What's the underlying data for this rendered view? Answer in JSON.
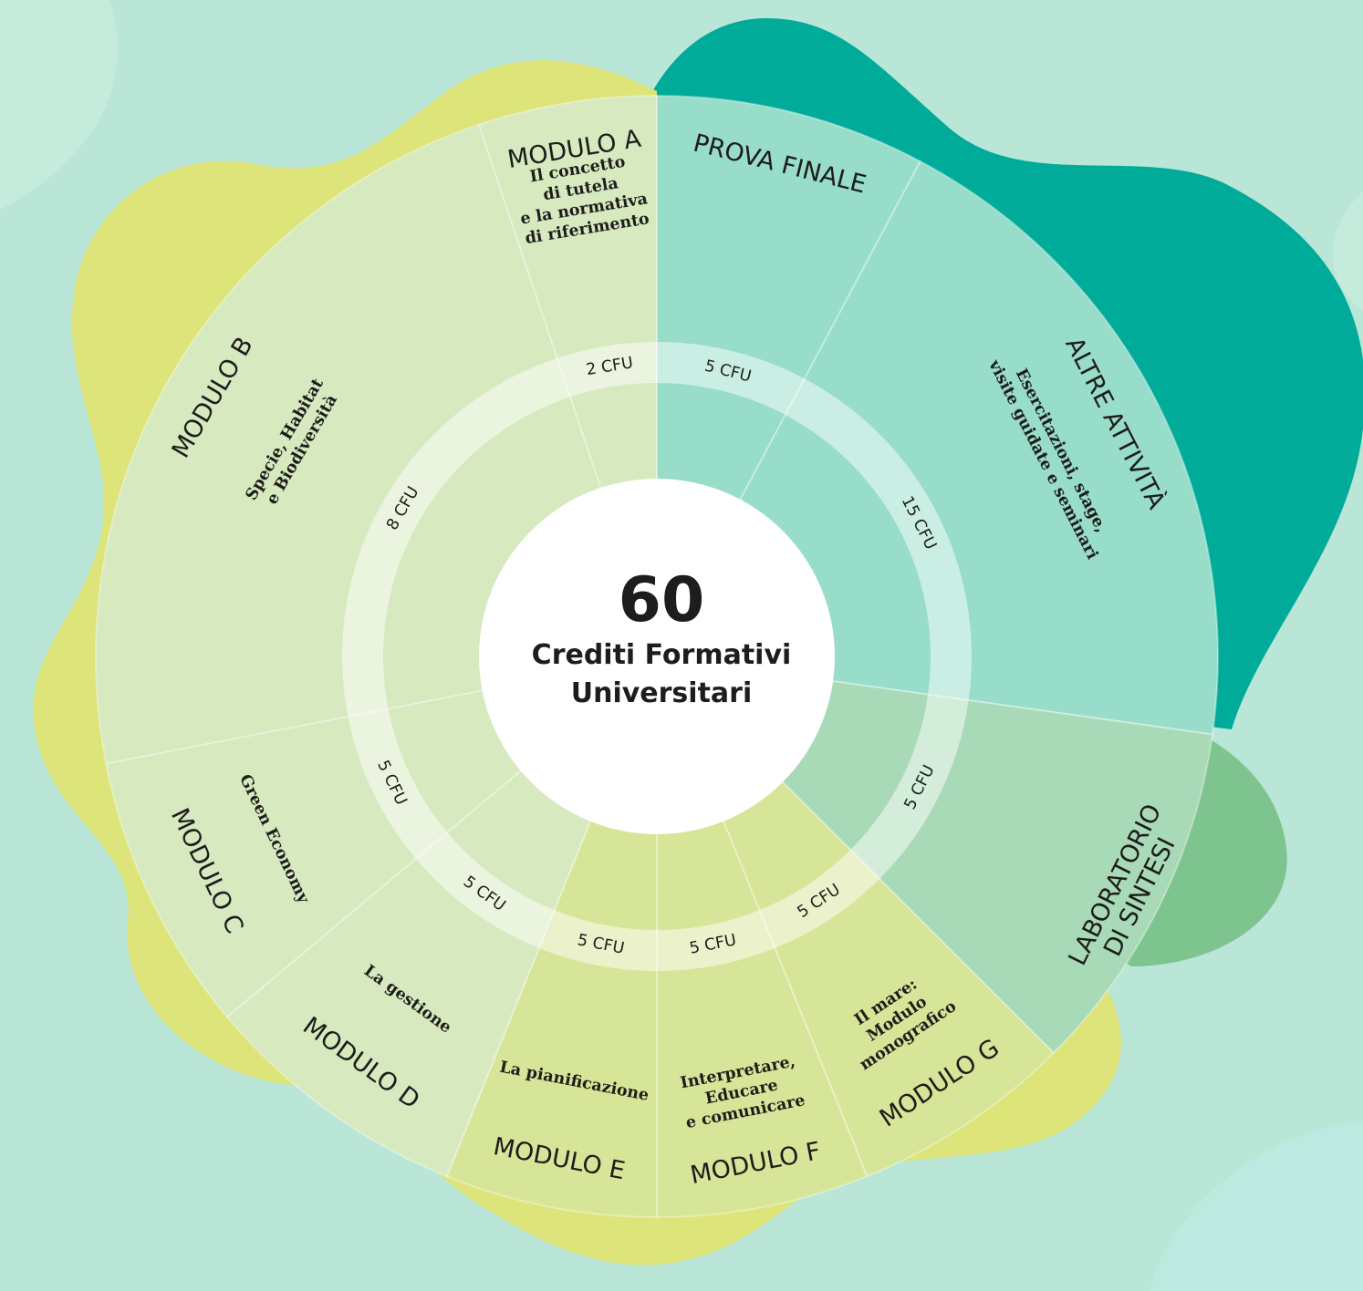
{
  "center": {
    "number": "60",
    "line1": "Crediti Formativi",
    "line2": "Universitari"
  },
  "segments": [
    {
      "id": "modulo-a",
      "title": "MODULO A",
      "subtitle": [
        "Il concetto",
        "di tutela",
        "e la normativa",
        "di riferimento"
      ],
      "cfu": "2 CFU",
      "credits": 2
    },
    {
      "id": "prova-finale",
      "title": "PROVA FINALE",
      "subtitle": [],
      "cfu": "5 CFU",
      "credits": 5
    },
    {
      "id": "altre-attivita",
      "title": "ALTRE ATTIVITÀ",
      "subtitle": [
        "Esercitazioni, stage,",
        "visite guidate e seminari"
      ],
      "cfu": "15 CFU",
      "credits": 15
    },
    {
      "id": "laboratorio",
      "title": [
        "LABORATORIO",
        "DI SINTESI"
      ],
      "subtitle": [],
      "cfu": "5 CFU",
      "credits": 5
    },
    {
      "id": "modulo-g",
      "title": "MODULO G",
      "subtitle": [
        "Il mare:",
        "Modulo",
        "monografico"
      ],
      "cfu": "5 CFU",
      "credits": 5
    },
    {
      "id": "modulo-f",
      "title": "MODULO F",
      "subtitle": [
        "Interpretare,",
        "Educare",
        "e comunicare"
      ],
      "cfu": "5 CFU",
      "credits": 5
    },
    {
      "id": "modulo-e",
      "title": "MODULO E",
      "subtitle": [
        "La pianificazione"
      ],
      "cfu": "5 CFU",
      "credits": 5
    },
    {
      "id": "modulo-d",
      "title": "MODULO D",
      "subtitle": [
        "La gestione"
      ],
      "cfu": "5 CFU",
      "credits": 5
    },
    {
      "id": "modulo-c",
      "title": "MODULO C",
      "subtitle": [
        "Green Economy"
      ],
      "cfu": "5 CFU",
      "credits": 5
    },
    {
      "id": "modulo-b",
      "title": "MODULO B",
      "subtitle": [
        "Specie, Habitat",
        "e Biodiversità"
      ],
      "cfu": "8 CFU",
      "credits": 8
    }
  ],
  "colors": {
    "background": "#b9e6d6",
    "blob_yellow": "#dde479",
    "blob_teal": "#00ab9a",
    "blob_green": "#7ec48f",
    "segment_light_green": "#d6e9bf",
    "segment_mint": "#97ddc9",
    "segment_lab": "#a8dab7",
    "segment_yellow_green": "#d6e597",
    "text": "#1d1d1b"
  }
}
